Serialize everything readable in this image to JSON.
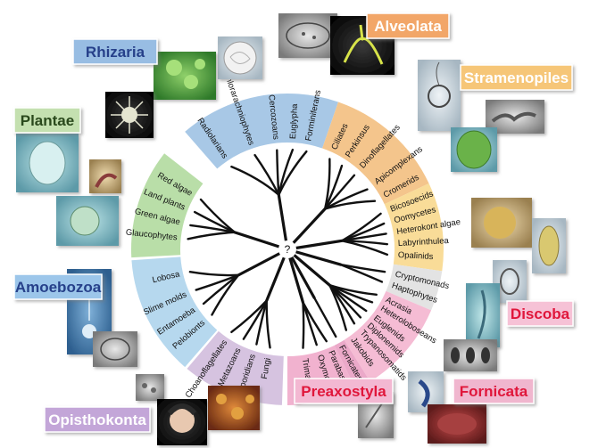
{
  "root_label": "?",
  "colors": {
    "rhizaria": "#a8c8e6",
    "alveolata": "#f4c58c",
    "stramenopiles": "#f9dc98",
    "hacrobia": "#e3e3e3",
    "discoba": "#f5bcd4",
    "fornicata": "#eba9c9",
    "preaxostyla": "#f1b2cf",
    "opisthokonta": "#d6c3e0",
    "amoebozoa": "#b6d8ee",
    "plantae": "#b9dea8",
    "tree": "#111111"
  },
  "groups": [
    {
      "key": "rhizaria",
      "label": "Rhizaria",
      "text_color": "#27418a",
      "box_color": "#98bde3"
    },
    {
      "key": "alveolata",
      "label": "Alveolata",
      "text_color": "#ffffff",
      "box_color": "#f2a668"
    },
    {
      "key": "stramenopiles",
      "label": "Stramenopiles",
      "text_color": "#ffffff",
      "box_color": "#f6c678"
    },
    {
      "key": "plantae",
      "label": "Plantae",
      "text_color": "#2a4a1c",
      "box_color": "#c4e0b0"
    },
    {
      "key": "amoebozoa",
      "label": "Amoebozoa",
      "text_color": "#27418a",
      "box_color": "#9cc6ea"
    },
    {
      "key": "discoba",
      "label": "Discoba",
      "text_color": "#e0173a",
      "box_color": "#f6c2d6"
    },
    {
      "key": "fornicata",
      "label": "Fornicata",
      "text_color": "#e0173a",
      "box_color": "#f0b6ce"
    },
    {
      "key": "preaxostyla",
      "label": "Preaxostyla",
      "text_color": "#e0173a",
      "box_color": "#f3b8d2"
    },
    {
      "key": "opisthokonta",
      "label": "Opisthokonta",
      "text_color": "#ffffff",
      "box_color": "#c3a6d8"
    }
  ],
  "taxa": [
    {
      "id": "foraminiferans",
      "label": "Forminiferans",
      "group": "rhizaria"
    },
    {
      "id": "euglypha",
      "label": "Euglypha",
      "group": "rhizaria"
    },
    {
      "id": "cercozoans",
      "label": "Cercozoans",
      "group": "rhizaria"
    },
    {
      "id": "chlorarachniophytes",
      "label": "Chlorarachniophytes",
      "group": "rhizaria"
    },
    {
      "id": "radiolarians",
      "label": "Radiolarians",
      "group": "rhizaria"
    },
    {
      "id": "ciliates",
      "label": "Ciliates",
      "group": "alveolata"
    },
    {
      "id": "perkinsus",
      "label": "Perkinsus",
      "group": "alveolata"
    },
    {
      "id": "dinoflagellates",
      "label": "Dinoflagellates",
      "group": "alveolata"
    },
    {
      "id": "apicomplexans",
      "label": "Apicomplexans",
      "group": "alveolata"
    },
    {
      "id": "cromerids",
      "label": "Cromerids",
      "group": "alveolata"
    },
    {
      "id": "bicosoecids",
      "label": "Bicosoecids",
      "group": "stramenopiles"
    },
    {
      "id": "oomycetes",
      "label": "Oomycetes",
      "group": "stramenopiles"
    },
    {
      "id": "heterokont_algae",
      "label": "Heterokont algae",
      "group": "stramenopiles"
    },
    {
      "id": "labyrinthulea",
      "label": "Labyrinthulea",
      "group": "stramenopiles"
    },
    {
      "id": "opalinids",
      "label": "Opalinids",
      "group": "stramenopiles"
    },
    {
      "id": "cryptomonads",
      "label": "Cryptomonads",
      "group": "hacrobia"
    },
    {
      "id": "haptophytes",
      "label": "Haptophytes",
      "group": "hacrobia"
    },
    {
      "id": "acrasia",
      "label": "Acrasia",
      "group": "discoba"
    },
    {
      "id": "heteroloboseans",
      "label": "Heteroloboseans",
      "group": "discoba"
    },
    {
      "id": "euglenids",
      "label": "Euglenids",
      "group": "discoba"
    },
    {
      "id": "diplonemids",
      "label": "Diplonemids",
      "group": "discoba"
    },
    {
      "id": "trypanosomatids",
      "label": "Trypanosomatids",
      "group": "discoba"
    },
    {
      "id": "jakobids",
      "label": "Jakobids",
      "group": "discoba"
    },
    {
      "id": "fornicates",
      "label": "Fornicates",
      "group": "fornicata"
    },
    {
      "id": "parabasalids",
      "label": "Parabasalids",
      "group": "preaxostyla"
    },
    {
      "id": "oxymonads",
      "label": "Oxymonads",
      "group": "preaxostyla"
    },
    {
      "id": "trimastix",
      "label": "Trimastix",
      "group": "preaxostyla"
    },
    {
      "id": "fungi",
      "label": "Fungi",
      "group": "opisthokonta"
    },
    {
      "id": "microsporidians",
      "label": "Microsporidians",
      "group": "opisthokonta"
    },
    {
      "id": "metazoans",
      "label": "Metazoans",
      "group": "opisthokonta"
    },
    {
      "id": "choanoflagellates",
      "label": "Choanoflagellates",
      "group": "opisthokonta"
    },
    {
      "id": "pelobionts",
      "label": "Pelobionts",
      "group": "amoebozoa"
    },
    {
      "id": "entamoeba",
      "label": "Entamoeba",
      "group": "amoebozoa"
    },
    {
      "id": "slime_molds",
      "label": "Slime molds",
      "group": "amoebozoa"
    },
    {
      "id": "lobosa",
      "label": "Lobosa",
      "group": "amoebozoa"
    },
    {
      "id": "glaucophytes",
      "label": "Glaucophytes",
      "group": "plantae"
    },
    {
      "id": "green_algae",
      "label": "Green algae",
      "group": "plantae"
    },
    {
      "id": "land_plants",
      "label": "Land plants",
      "group": "plantae"
    },
    {
      "id": "red_algae",
      "label": "Red algae",
      "group": "plantae"
    }
  ]
}
